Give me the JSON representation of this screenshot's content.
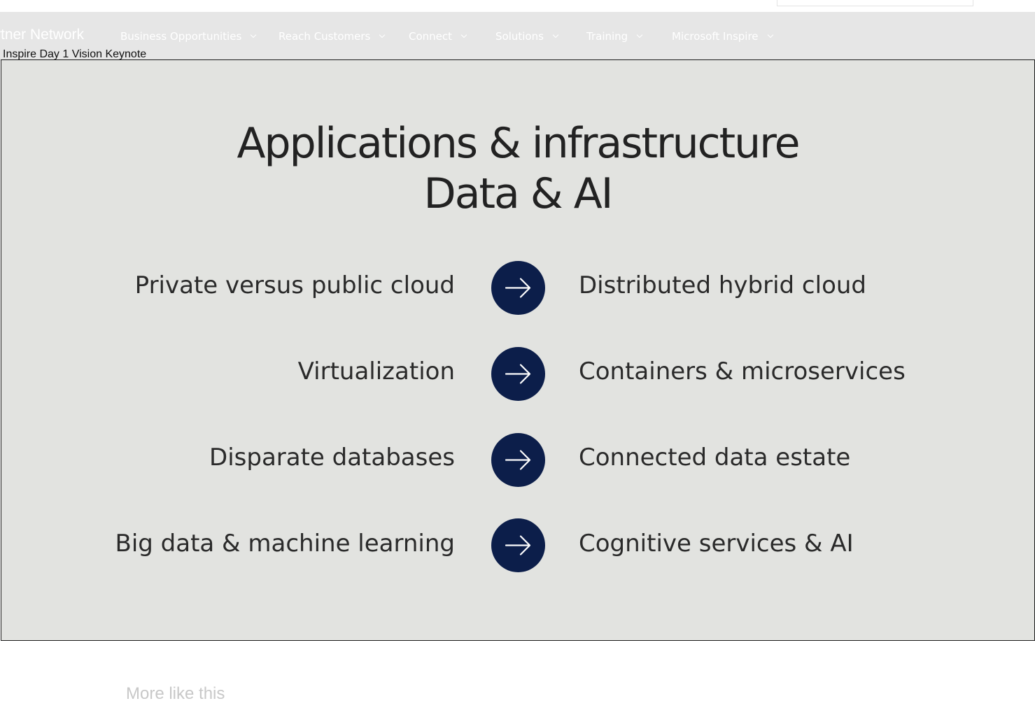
{
  "header": {
    "brand": "rtner Network",
    "nav_items": [
      {
        "label": "Business Opportunities"
      },
      {
        "label": "Reach Customers"
      },
      {
        "label": "Connect"
      },
      {
        "label": "Solutions"
      },
      {
        "label": "Training"
      },
      {
        "label": "Microsoft Inspire"
      }
    ]
  },
  "video": {
    "title": "Inspire Day 1 Vision Keynote",
    "slide": {
      "title_line1": "Applications & infrastructure",
      "title_line2": "Data & AI",
      "rows": [
        {
          "from": "Private versus public cloud",
          "to": "Distributed hybrid cloud"
        },
        {
          "from": "Virtualization",
          "to": "Containers & microservices"
        },
        {
          "from": "Disparate databases",
          "to": "Connected data estate"
        },
        {
          "from": "Big data & machine learning",
          "to": "Cognitive services & AI"
        }
      ],
      "arrow_icon": "arrow-right-icon",
      "accent_color": "#0c1e4a",
      "background_color": "#e2e3e0"
    }
  },
  "more_section": {
    "heading": "More like this"
  }
}
